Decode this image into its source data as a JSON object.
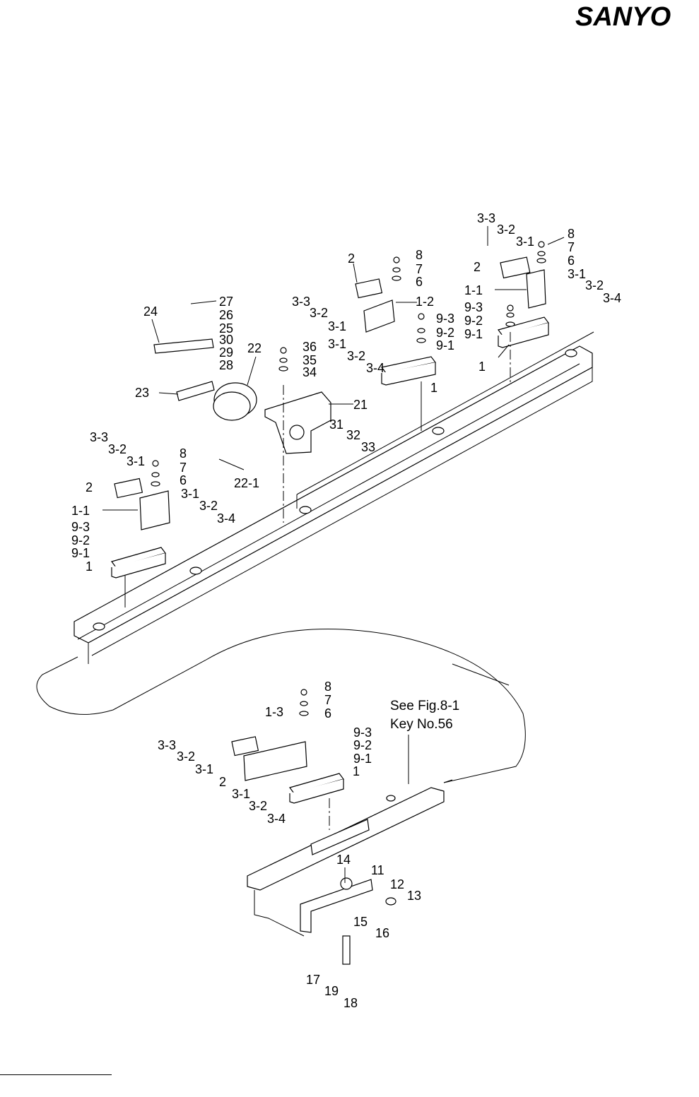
{
  "brand": {
    "logo_text": "SANYO"
  },
  "reference_note": {
    "line1": "See Fig.8-1",
    "line2": "Key No.56"
  },
  "callouts": {
    "c_3_3_tr": "3-3",
    "c_3_2_tr": "3-2",
    "c_3_1_tr": "3-1",
    "c_8_tr": "8",
    "c_7_tr": "7",
    "c_6_tr": "6",
    "c_2_tr": "2",
    "c_1_1_tr": "1-1",
    "c_3_1b_tr": "3-1",
    "c_3_2b_tr": "3-2",
    "c_3_4_tr": "3-4",
    "c_9_3_tr": "9-3",
    "c_9_2_tr": "9-2",
    "c_9_1_tr": "9-1",
    "c_1_tr": "1",
    "c_2_tm": "2",
    "c_8_tm": "8",
    "c_7_tm": "7",
    "c_6_tm": "6",
    "c_3_3_tm": "3-3",
    "c_1_2_tm": "1-2",
    "c_3_2_tm": "3-2",
    "c_3_1_tm": "3-1",
    "c_9_3_tm": "9-3",
    "c_9_2_tm": "9-2",
    "c_3_1b_tm": "3-1",
    "c_9_1_tm": "9-1",
    "c_3_2b_tm": "3-2",
    "c_3_4_tm": "3-4",
    "c_1_tm": "1",
    "c_27": "27",
    "c_26": "26",
    "c_25": "25",
    "c_24": "24",
    "c_30": "30",
    "c_29": "29",
    "c_28": "28",
    "c_22": "22",
    "c_36": "36",
    "c_35": "35",
    "c_34": "34",
    "c_23": "23",
    "c_21": "21",
    "c_31": "31",
    "c_32": "32",
    "c_33": "33",
    "c_22_1": "22-1",
    "c_3_3_l": "3-3",
    "c_3_2_l": "3-2",
    "c_3_1_l": "3-1",
    "c_8_l": "8",
    "c_7_l": "7",
    "c_6_l": "6",
    "c_2_l": "2",
    "c_3_1b_l": "3-1",
    "c_1_1_l": "1-1",
    "c_3_2b_l": "3-2",
    "c_3_4_l": "3-4",
    "c_9_3_l": "9-3",
    "c_9_2_l": "9-2",
    "c_9_1_l": "9-1",
    "c_1_l": "1",
    "c_8_b": "8",
    "c_7_b": "7",
    "c_6_b": "6",
    "c_1_3_b": "1-3",
    "c_9_3_b": "9-3",
    "c_9_2_b": "9-2",
    "c_9_1_b": "9-1",
    "c_3_3_b": "3-3",
    "c_3_2_b": "3-2",
    "c_3_1_b": "3-1",
    "c_2_b": "2",
    "c_1_b": "1",
    "c_3_1b_b": "3-1",
    "c_3_2b_b": "3-2",
    "c_3_4_b": "3-4",
    "c_14": "14",
    "c_11": "11",
    "c_12": "12",
    "c_13": "13",
    "c_15": "15",
    "c_16": "16",
    "c_17": "17",
    "c_19": "19",
    "c_18": "18"
  }
}
